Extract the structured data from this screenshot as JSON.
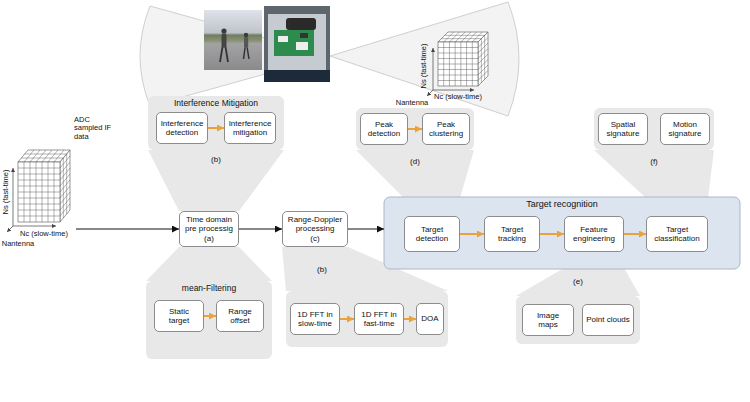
{
  "diagram": {
    "nodes": [
      {
        "text": [
          "Interference Mitigation"
        ]
      },
      {
        "text": [
          "Interference detection"
        ],
        "in": 0
      },
      {
        "text": [
          "Interference mitigation"
        ],
        "in": 0
      },
      {
        "text": [
          "Peak detection"
        ]
      },
      {
        "text": [
          "Peak clustering"
        ]
      },
      {
        "text": [
          "Spatial signature"
        ]
      },
      {
        "text": [
          "Motion signature"
        ]
      },
      {
        "text": [
          "Time domain pre processig",
          "(a)"
        ]
      },
      {
        "text": [
          "Range-Doppler processing",
          "(c)"
        ]
      },
      {
        "text": [
          "Target recognition"
        ]
      },
      {
        "text": [
          "Target detection"
        ],
        "in": 9
      },
      {
        "text": [
          "Target tracking"
        ],
        "in": 9
      },
      {
        "text": [
          "Feature engineering"
        ],
        "in": 9
      },
      {
        "text": [
          "Target classification"
        ],
        "in": 9
      },
      {
        "text": [
          "mean-Filtering"
        ]
      },
      {
        "text": [
          "Static target"
        ],
        "in": 14
      },
      {
        "text": [
          "Range offset"
        ],
        "in": 14
      },
      {
        "text": [
          "1D FFT in slow-time"
        ]
      },
      {
        "text": [
          "1D FFT in fast-time"
        ]
      },
      {
        "text": [
          "DOA"
        ]
      },
      {
        "text": [
          "Image maps"
        ]
      },
      {
        "text": [
          "Point clouds"
        ]
      }
    ],
    "edges": [
      {
        "from": 1,
        "to": 2,
        "arrow": "to"
      },
      {
        "from": 3,
        "to": 4,
        "arrow": "to"
      },
      {
        "from": 7,
        "to": 8,
        "arrow": "to"
      },
      {
        "from": 8,
        "to": 9,
        "arrow": "to"
      },
      {
        "from": 10,
        "to": 11,
        "arrow": "to"
      },
      {
        "from": 11,
        "to": 12,
        "arrow": "to"
      },
      {
        "from": 12,
        "to": 13,
        "arrow": "to"
      },
      {
        "from": 15,
        "to": 16,
        "arrow": "to"
      },
      {
        "from": 17,
        "to": 18,
        "arrow": "to"
      },
      {
        "from": 18,
        "to": 19,
        "arrow": "to"
      }
    ],
    "labels": [
      "Ns (fast-time)",
      "Nc (slow-time)",
      "Nantenna",
      "ADC sampled IF data",
      "Ns (fast-time)",
      "Nc (slow-time)",
      "Nantenna",
      "(b)",
      "(d)",
      "(f)",
      "(b)",
      "(e)"
    ]
  }
}
